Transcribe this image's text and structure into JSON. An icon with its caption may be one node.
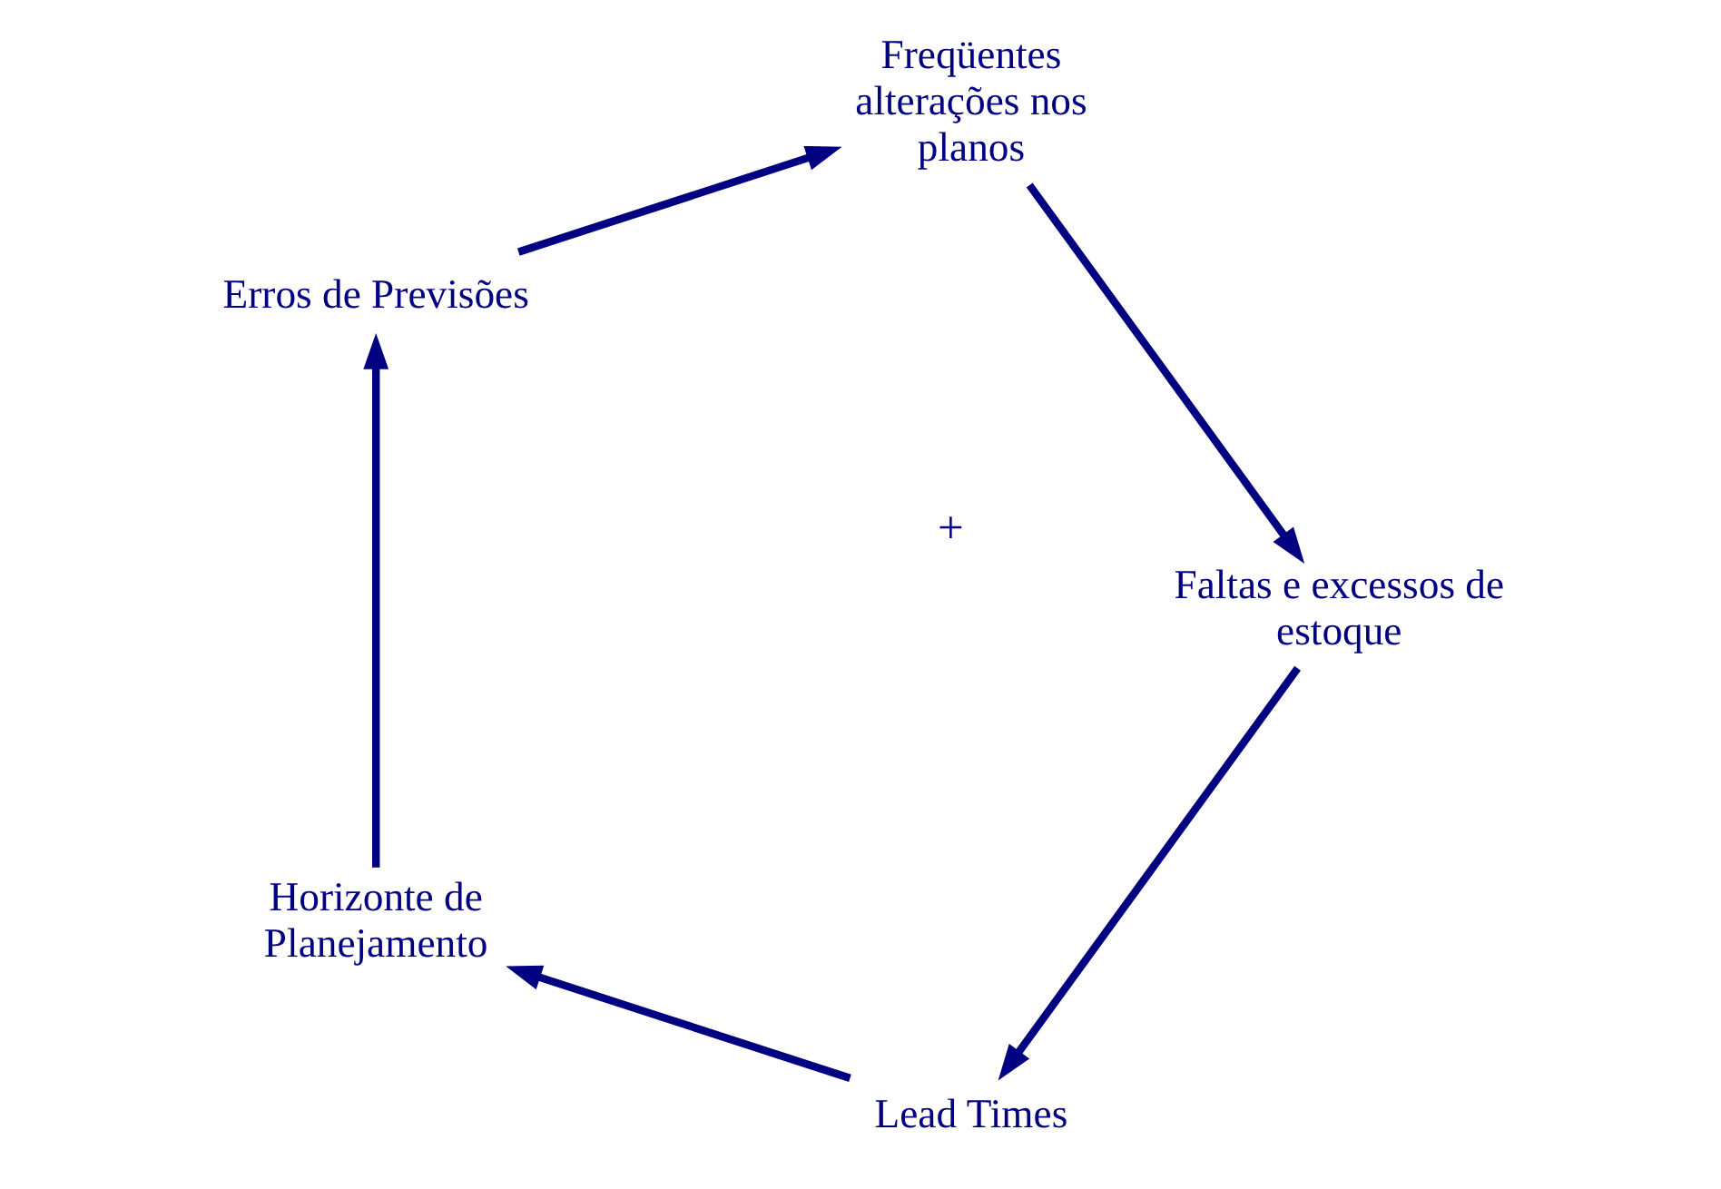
{
  "diagram": {
    "nodes": [
      {
        "text": [
          "Lead Times"
        ]
      },
      {
        "text": [
          "Horizonte de Planejamento"
        ]
      },
      {
        "text": [
          "Erros de Previsões"
        ]
      },
      {
        "text": [
          "Freqüentes alterações nos planos"
        ]
      },
      {
        "text": [
          "Faltas e excessos de estoque"
        ]
      }
    ],
    "edges": [
      {
        "from": 0,
        "to": 1,
        "arrow": "to"
      },
      {
        "from": 1,
        "to": 2,
        "arrow": "to"
      },
      {
        "from": 2,
        "to": 3,
        "arrow": "to"
      },
      {
        "from": 3,
        "to": 4,
        "arrow": "to"
      },
      {
        "from": 4,
        "to": 0,
        "arrow": "to"
      }
    ],
    "labels": [
      "+"
    ]
  }
}
